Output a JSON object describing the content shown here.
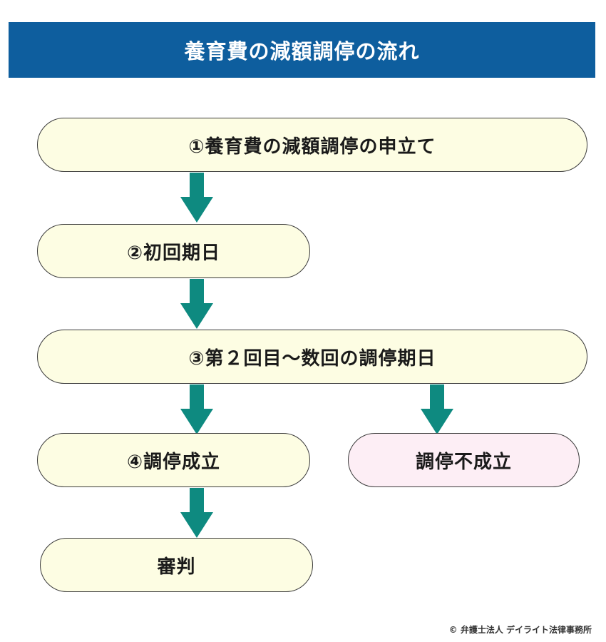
{
  "header": {
    "title": "養育費の減額調停の流れ"
  },
  "flow": {
    "steps": [
      {
        "label": "①養育費の減額調停の申立て"
      },
      {
        "label": "②初回期日"
      },
      {
        "label": "③第２回目〜数回の調停期日"
      },
      {
        "label": "④調停成立"
      },
      {
        "label": "調停不成立"
      },
      {
        "label": "審判"
      }
    ]
  },
  "footer": {
    "copyright": "© 弁護士法人 デイライト法律事務所"
  },
  "colors": {
    "header_bg": "#0E5E9E",
    "step_fill": "#FDFDE3",
    "step_fill_alt": "#FDEEF5",
    "arrow": "#0E8A80"
  }
}
